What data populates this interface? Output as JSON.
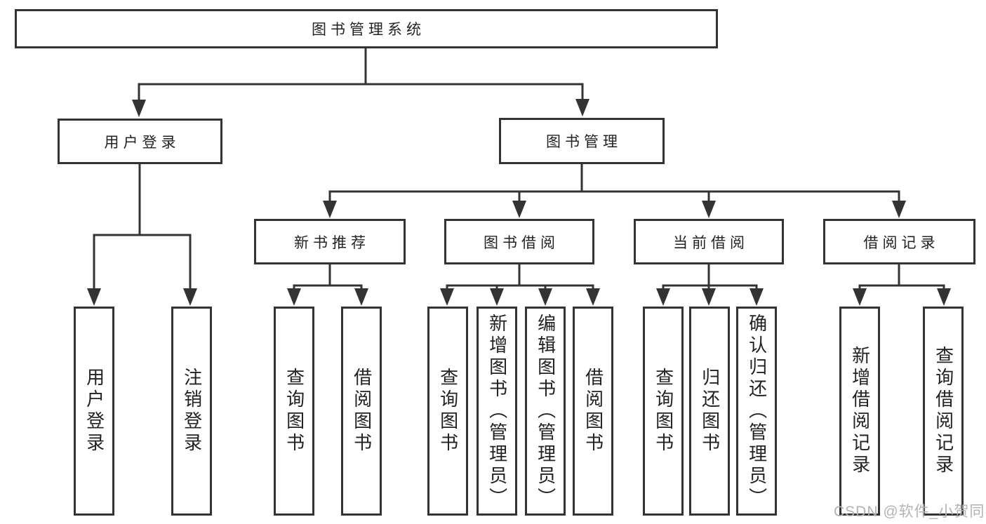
{
  "diagram": {
    "type": "tree",
    "root_label": "图书管理系统",
    "level2": [
      {
        "label": "用户登录",
        "parent": "图书管理系统"
      },
      {
        "label": "图书管理",
        "parent": "图书管理系统"
      }
    ],
    "level3": [
      {
        "label": "新书推荐",
        "parent": "图书管理"
      },
      {
        "label": "图书借阅",
        "parent": "图书管理"
      },
      {
        "label": "当前借阅",
        "parent": "图书管理"
      },
      {
        "label": "借阅记录",
        "parent": "图书管理"
      }
    ],
    "leaves": [
      {
        "label": "用户登录",
        "parent": "用户登录"
      },
      {
        "label": "注销登录",
        "parent": "用户登录"
      },
      {
        "label": "查询图书",
        "parent": "新书推荐"
      },
      {
        "label": "借阅图书",
        "parent": "新书推荐"
      },
      {
        "label": "查询图书",
        "parent": "图书借阅"
      },
      {
        "label": "新增图书（管理员）",
        "parent": "图书借阅"
      },
      {
        "label": "编辑图书（管理员）",
        "parent": "图书借阅"
      },
      {
        "label": "借阅图书",
        "parent": "图书借阅"
      },
      {
        "label": "查询图书",
        "parent": "当前借阅"
      },
      {
        "label": "归还图书",
        "parent": "当前借阅"
      },
      {
        "label": "确认归还（管理员）",
        "parent": "当前借阅"
      },
      {
        "label": "新增借阅记录",
        "parent": "借阅记录"
      },
      {
        "label": "查询借阅记录",
        "parent": "借阅记录"
      }
    ],
    "watermark": "CSDN @软件_小贺同学",
    "colors": {
      "line": "#333333",
      "text": "#222222",
      "background": "#ffffff",
      "watermark": "#b3b3b3"
    }
  }
}
